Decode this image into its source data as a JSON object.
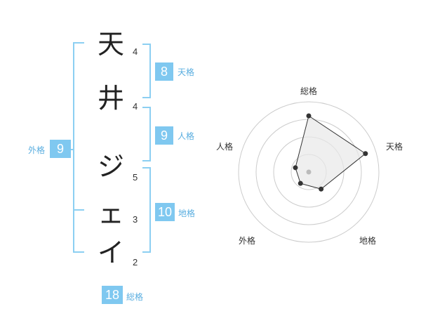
{
  "name": {
    "chars": [
      {
        "char": "天",
        "strokes": "4"
      },
      {
        "char": "井",
        "strokes": "4"
      },
      {
        "char": "ジ",
        "strokes": "5"
      },
      {
        "char": "ェ",
        "strokes": "3"
      },
      {
        "char": "イ",
        "strokes": "2"
      }
    ]
  },
  "fortune": {
    "ten": {
      "label": "天格",
      "value": "8"
    },
    "jin": {
      "label": "人格",
      "value": "9"
    },
    "chi": {
      "label": "地格",
      "value": "10"
    },
    "gai": {
      "label": "外格",
      "value": "9"
    },
    "sou": {
      "label": "総格",
      "value": "18"
    }
  },
  "chart_data": {
    "type": "radar",
    "axes": [
      "総格",
      "天格",
      "地格",
      "外格",
      "人格"
    ],
    "values": [
      0.8,
      0.85,
      0.3,
      0.2,
      0.2
    ],
    "max": 1,
    "rings": 4,
    "colors": {
      "line": "#333333",
      "fill": "#e8e8e8",
      "grid": "#cccccc",
      "center": "#bbbbbb"
    }
  }
}
